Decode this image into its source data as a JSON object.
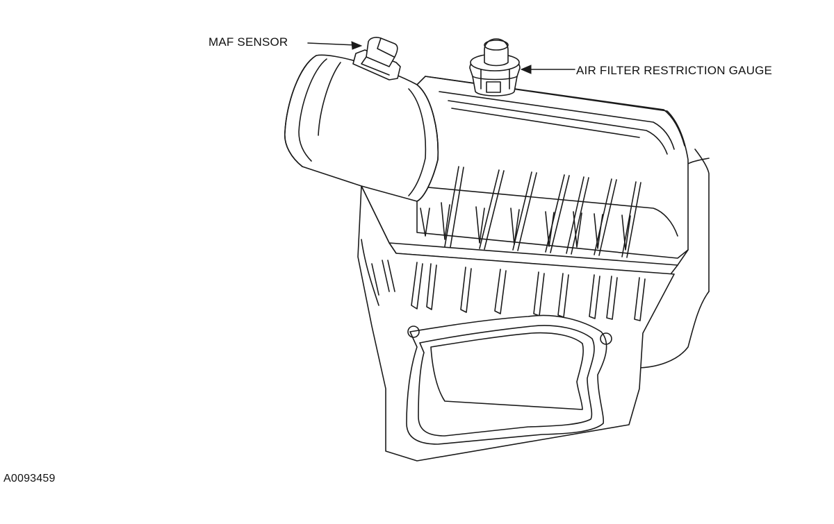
{
  "callouts": {
    "maf_sensor": "MAF SENSOR",
    "air_filter_restriction_gauge": "AIR FILTER RESTRICTION GAUGE"
  },
  "figure_id": "A0093459",
  "colors": {
    "line": "#1a1a1a",
    "background": "#ffffff"
  }
}
